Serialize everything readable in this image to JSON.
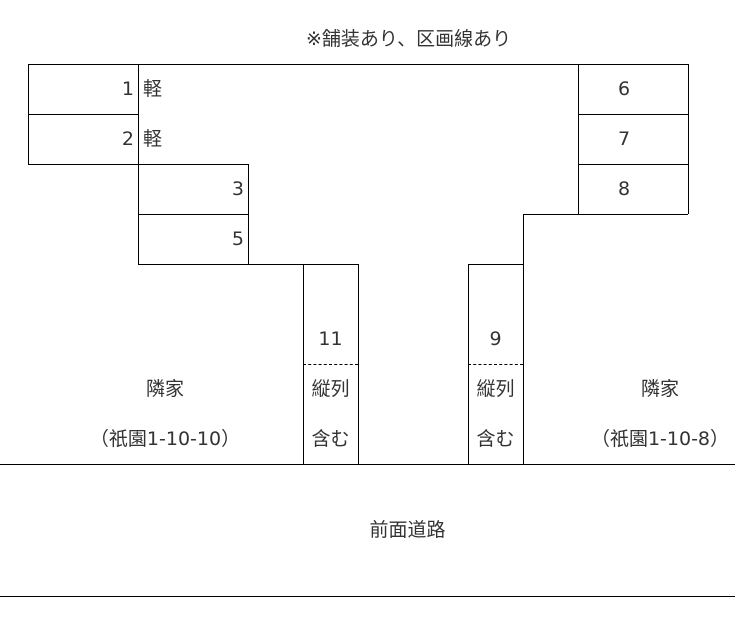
{
  "note": "※舗装あり、区画線あり",
  "spaces": [
    {
      "id": "1",
      "label": "1",
      "tag": "軽"
    },
    {
      "id": "2",
      "label": "2",
      "tag": "軽"
    },
    {
      "id": "3",
      "label": "3"
    },
    {
      "id": "5",
      "label": "5"
    },
    {
      "id": "6",
      "label": "6"
    },
    {
      "id": "7",
      "label": "7"
    },
    {
      "id": "8",
      "label": "8"
    },
    {
      "id": "9",
      "label": "9",
      "sub1": "縦列",
      "sub2": "含む"
    },
    {
      "id": "11",
      "label": "11",
      "sub1": "縦列",
      "sub2": "含む"
    }
  ],
  "neighbors": {
    "left": {
      "title": "隣家",
      "address": "（祇園1-10-10）"
    },
    "right": {
      "title": "隣家",
      "address": "（祇園1-10-8）"
    }
  },
  "road": {
    "label": "前面道路"
  }
}
